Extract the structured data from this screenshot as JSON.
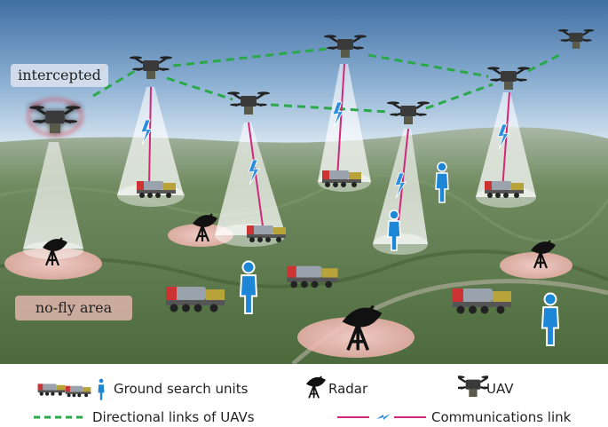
{
  "scene_labels": {
    "intercepted": "intercepted",
    "no_fly_area": "no-fly area"
  },
  "legend": {
    "ground_units": "Ground search units",
    "radar": "Radar",
    "uav": "UAV",
    "directional_links": "Directional links of UAVs",
    "communications_link": "Communications link"
  },
  "icons": [
    "uav-icon",
    "radar-icon",
    "truck-icon",
    "person-icon",
    "lightning-icon"
  ],
  "colors": {
    "directional_link": "#2aa84a",
    "communications_link": "#d0287a",
    "signal": "#2a8ee0",
    "no_fly_zone": "#f3c1bd",
    "intercepted_glow": "#e0202a"
  }
}
